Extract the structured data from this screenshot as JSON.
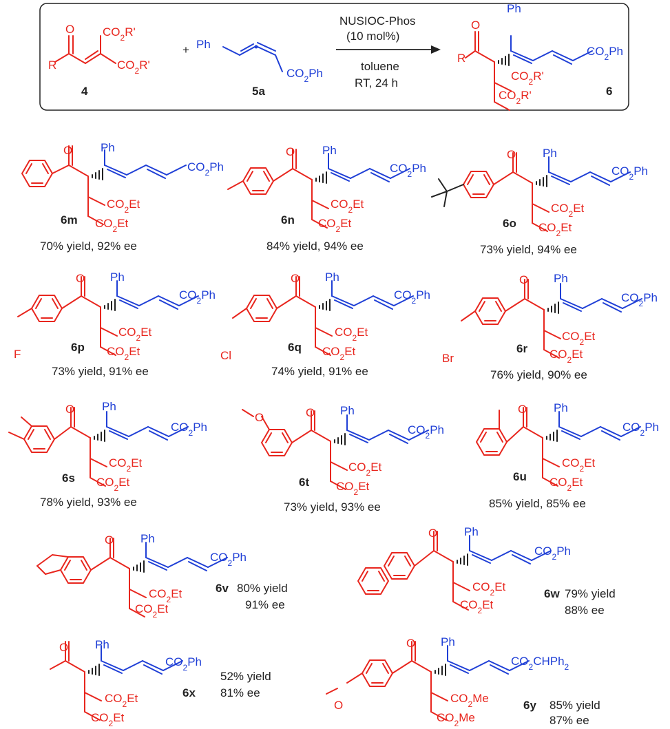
{
  "scheme": {
    "reagent_4_substituents": [
      "R",
      "O",
      "CO2R'",
      "CO2R'"
    ],
    "reagent_5a_substituents": [
      "Ph",
      "CO2Ph"
    ],
    "plus": "+",
    "catalyst": "NUSIOC-Phos",
    "catalyst_loading": "(10 mol%)",
    "solvent": "toluene",
    "conditions": "RT, 24 h",
    "labels": {
      "r4": "4",
      "r5a": "5a",
      "p6": "6"
    },
    "product_6_substituents": [
      "R",
      "O",
      "Ph",
      "CO2Ph",
      "CO2R'",
      "CO2R'"
    ]
  },
  "products": [
    {
      "id": "6m",
      "result": "70% yield, 92% ee",
      "aryl_sub": ""
    },
    {
      "id": "6n",
      "result": "84% yield, 94% ee",
      "aryl_sub": ""
    },
    {
      "id": "6o",
      "result": "73% yield, 94% ee",
      "aryl_sub": ""
    },
    {
      "id": "6p",
      "result": "73% yield, 91% ee",
      "aryl_sub": "F"
    },
    {
      "id": "6q",
      "result": "74% yield, 91% ee",
      "aryl_sub": "Cl"
    },
    {
      "id": "6r",
      "result": "76% yield, 90% ee",
      "aryl_sub": "Br"
    },
    {
      "id": "6s",
      "result": "78% yield, 93% ee",
      "aryl_sub": ""
    },
    {
      "id": "6t",
      "result": "73% yield, 93% ee",
      "aryl_sub": "O"
    },
    {
      "id": "6u",
      "result": "85% yield, 85% ee",
      "aryl_sub": ""
    },
    {
      "id": "6v",
      "yield": "80% yield",
      "ee": "91% ee"
    },
    {
      "id": "6w",
      "yield": "79% yield",
      "ee": "88% ee"
    },
    {
      "id": "6x",
      "yield": "52% yield",
      "ee": "81% ee"
    },
    {
      "id": "6y",
      "yield": "85% yield",
      "ee": "87% ee"
    }
  ],
  "common_labels": {
    "ph": "Ph",
    "o": "O",
    "co2ph": "CO2Ph",
    "co2et": "CO2Et",
    "co2me": "CO2Me",
    "co2chph2": "CO2CHPh2"
  },
  "colors": {
    "red": "#e8261e",
    "blue": "#1f3fd6",
    "black": "#222222"
  }
}
